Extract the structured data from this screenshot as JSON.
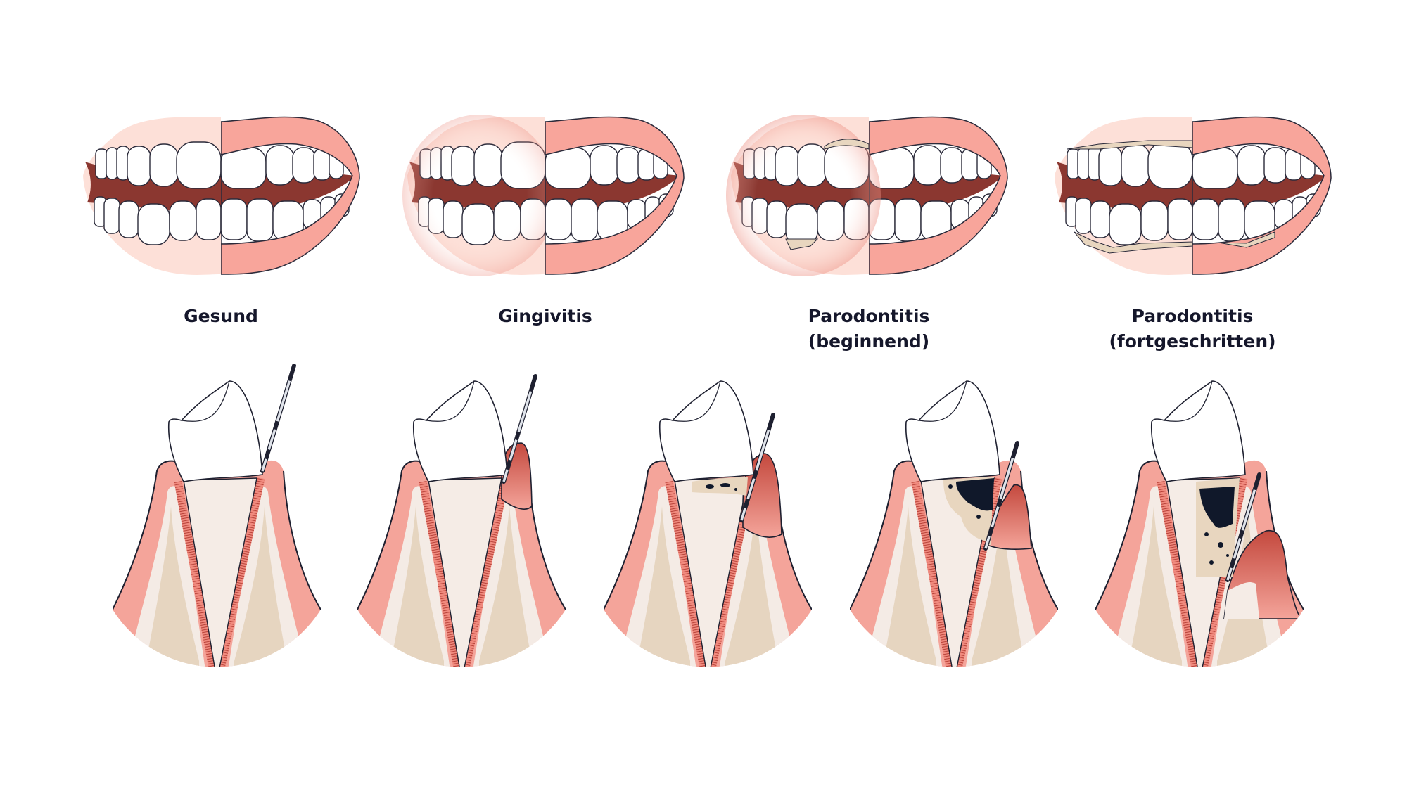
{
  "labels": {
    "healthy": "Gesund",
    "gingivitis": "Gingivitis",
    "perio_early_1": "Parodontitis",
    "perio_early_2": "(beginnend)",
    "perio_adv_1": "Parodontitis",
    "perio_adv_2": "(fortgeschritten)"
  },
  "colors": {
    "lip_light": "#fde0d8",
    "lip_dark": "#f8a59b",
    "mouth_interior": "#8b3730",
    "gum": "#f4a49a",
    "gum_inflamed": "#c4493e",
    "bone": "#e6d5c0",
    "bone_light": "#f4ebe5",
    "tartar": "#e8d6bf",
    "plaque": "#10182a"
  }
}
